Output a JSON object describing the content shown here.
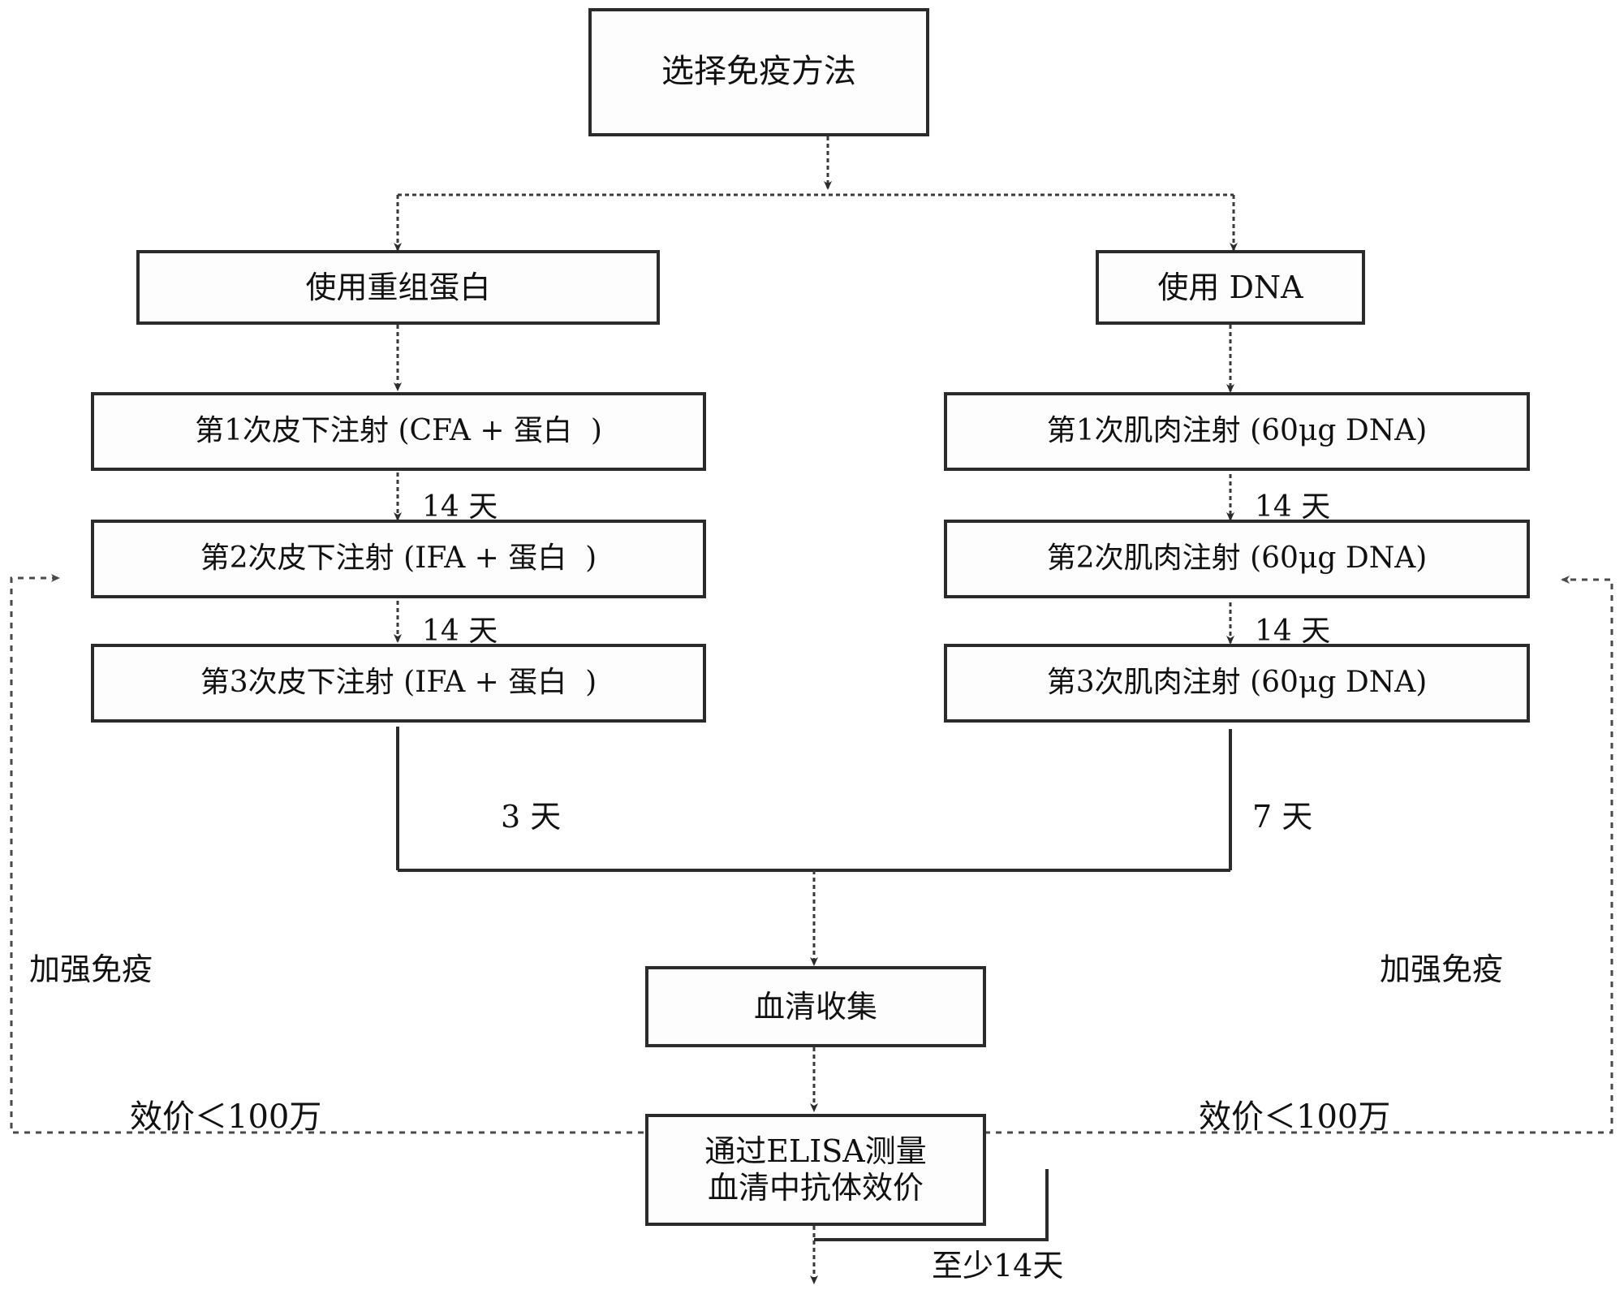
{
  "diagram": {
    "title": "免疫流程图",
    "colors": {
      "box_border": "#2b2b2b",
      "box_fill": "#fdfdfd",
      "line": "#3a3a3a",
      "text": "#111111"
    },
    "nodes": {
      "start": "选择免疫方法",
      "left_branch": "使用重组蛋白",
      "right_branch": "使用 DNA",
      "left_inject_1": "第1次皮下注射 (CFA + 蛋白  )",
      "left_inject_2": "第2次皮下注射 (IFA + 蛋白  )",
      "left_inject_3": "第3次皮下注射 (IFA + 蛋白  )",
      "right_inject_1": "第1次肌肉注射 (60μg DNA)",
      "right_inject_2": "第2次肌肉注射 (60μg DNA)",
      "right_inject_3": "第3次肌肉注射 (60μg DNA)",
      "serum": "血清收集",
      "elisa_line1": "通过ELISA测量",
      "elisa_line2": "血清中抗体效价"
    },
    "edge_labels": {
      "left_14d_1": "14 天",
      "left_14d_2": "14 天",
      "right_14d_1": "14 天",
      "right_14d_2": "14 天",
      "left_3d": "3 天",
      "right_7d": "7 天",
      "bottom_at_least": "至少14天"
    },
    "feedback": {
      "left_boost": "加强免疫",
      "right_boost": "加强免疫",
      "left_titer": "效价＜100万",
      "right_titer": "效价＜100万"
    }
  }
}
